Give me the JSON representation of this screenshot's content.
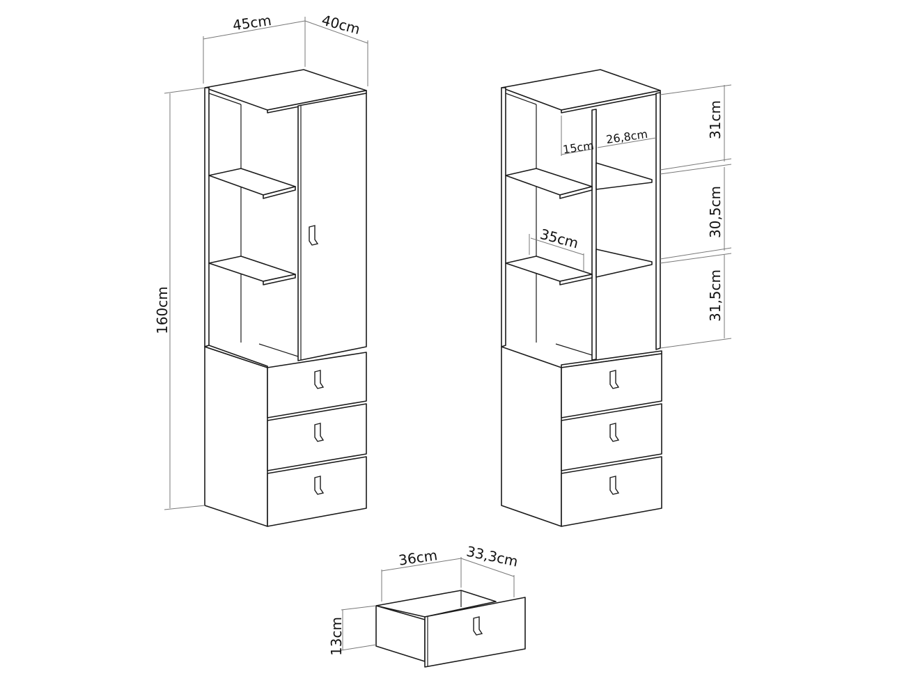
{
  "diagram": {
    "title": "",
    "views": [
      {
        "id": "front-view",
        "description": "Cabinet with open shelves on left, hinged door on upper right, three drawers on lower right",
        "dimensions": {
          "width": "45cm",
          "depth": "40cm",
          "height": "160cm"
        }
      },
      {
        "id": "internal-view",
        "description": "Cabinet with door removed showing internal shelf spacing",
        "dimensions": {
          "left_compartment_width": "15cm",
          "right_compartment_width": "26,8cm",
          "shelf_depth": "35cm",
          "top_section_height": "31cm",
          "middle_section_height": "30,5cm",
          "bottom_section_height": "31,5cm"
        }
      },
      {
        "id": "drawer-view",
        "description": "Single pulled-out drawer",
        "dimensions": {
          "width": "36cm",
          "depth": "33,3cm",
          "height": "13cm"
        }
      }
    ]
  }
}
